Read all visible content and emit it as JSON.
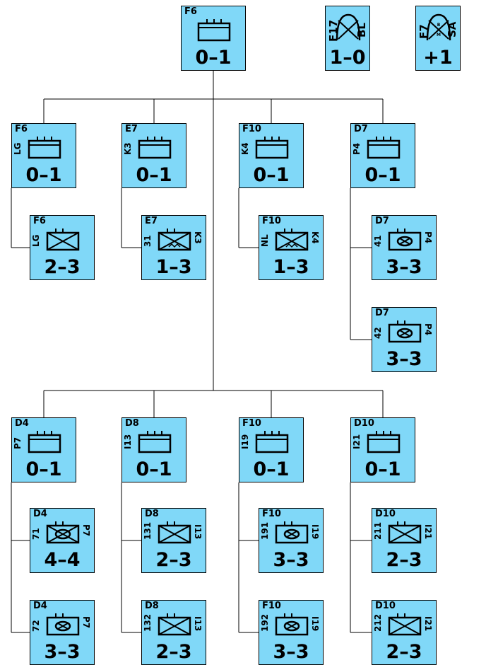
{
  "colors": {
    "counter_fill": "#80d8f8",
    "line": "#000000"
  },
  "hq": {
    "loc": "F6",
    "strength": "0–1",
    "symbol": "hq-corps-icon"
  },
  "artillery": {
    "loc": "F17",
    "side": "BL",
    "strength": "1–0",
    "symbol": "artillery-dome-icon"
  },
  "engineer": {
    "loc": "F7",
    "side": "SA",
    "strength": "+1",
    "symbol": "engineer-dome-icon",
    "inner_top": "B",
    "inner_bottom": "M"
  },
  "divisions_top": [
    {
      "loc": "F6",
      "left": "LG",
      "strength": "0–1",
      "units": [
        {
          "loc": "F6",
          "left": "LG",
          "right": "",
          "strength": "2–3",
          "symbol": "infantry"
        }
      ]
    },
    {
      "loc": "E7",
      "left": "K3",
      "strength": "0–1",
      "units": [
        {
          "loc": "E7",
          "left": "31",
          "right": "K3",
          "strength": "1–3",
          "symbol": "mountain-infantry"
        }
      ]
    },
    {
      "loc": "F10",
      "left": "K4",
      "strength": "0–1",
      "units": [
        {
          "loc": "F10",
          "left": "NL",
          "right": "K4",
          "strength": "1–3",
          "symbol": "mountain-infantry"
        }
      ]
    },
    {
      "loc": "D7",
      "left": "P4",
      "strength": "0–1",
      "units": [
        {
          "loc": "D7",
          "left": "41",
          "right": "P4",
          "strength": "3–3",
          "symbol": "armor"
        },
        {
          "loc": "D7",
          "left": "42",
          "right": "P4",
          "strength": "3–3",
          "symbol": "armor"
        }
      ]
    }
  ],
  "divisions_bottom": [
    {
      "loc": "D4",
      "left": "P7",
      "strength": "0–1",
      "units": [
        {
          "loc": "D4",
          "left": "71",
          "right": "P7",
          "strength": "4–4",
          "symbol": "mech-infantry"
        },
        {
          "loc": "D4",
          "left": "72",
          "right": "P7",
          "strength": "3–3",
          "symbol": "armor"
        }
      ]
    },
    {
      "loc": "D8",
      "left": "I13",
      "strength": "0–1",
      "units": [
        {
          "loc": "D8",
          "left": "131",
          "right": "I13",
          "strength": "2–3",
          "symbol": "infantry"
        },
        {
          "loc": "D8",
          "left": "132",
          "right": "I13",
          "strength": "2–3",
          "symbol": "infantry"
        }
      ]
    },
    {
      "loc": "F10",
      "left": "I19",
      "strength": "0–1",
      "units": [
        {
          "loc": "F10",
          "left": "191",
          "right": "I19",
          "strength": "3–3",
          "symbol": "armor"
        },
        {
          "loc": "F10",
          "left": "192",
          "right": "I19",
          "strength": "3–3",
          "symbol": "armor"
        }
      ]
    },
    {
      "loc": "D10",
      "left": "I21",
      "strength": "0–1",
      "units": [
        {
          "loc": "D10",
          "left": "211",
          "right": "I21",
          "strength": "2–3",
          "symbol": "infantry"
        },
        {
          "loc": "D10",
          "left": "212",
          "right": "I21",
          "strength": "2–3",
          "symbol": "infantry"
        }
      ]
    }
  ]
}
